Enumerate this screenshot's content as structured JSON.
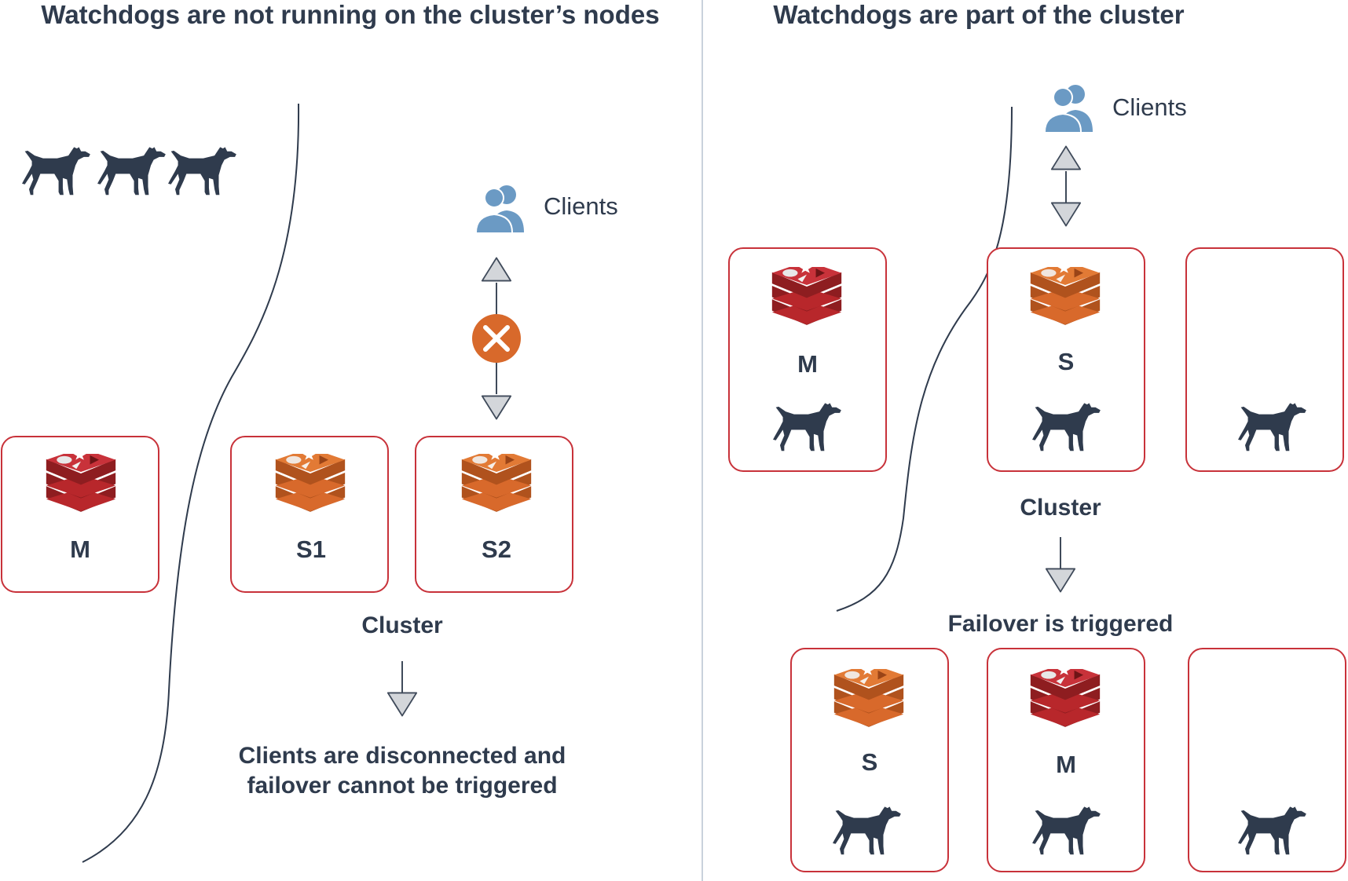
{
  "left_panel": {
    "title": "Watchdogs are not running on the cluster’s nodes",
    "clients_label": "Clients",
    "nodes": [
      {
        "label": "M",
        "role": "master"
      },
      {
        "label": "S1",
        "role": "slave"
      },
      {
        "label": "S2",
        "role": "slave"
      }
    ],
    "cluster_label": "Cluster",
    "result_line1": "Clients are disconnected and",
    "result_line2": "failover cannot be triggered"
  },
  "right_panel": {
    "title": "Watchdogs are part of the cluster",
    "clients_label": "Clients",
    "before_nodes": [
      {
        "label": "M",
        "role": "master"
      },
      {
        "label": "S",
        "role": "slave"
      },
      {
        "label": "",
        "role": "empty"
      }
    ],
    "cluster_label": "Cluster",
    "failover_label": "Failover is triggered",
    "after_nodes": [
      {
        "label": "S",
        "role": "slave"
      },
      {
        "label": "M",
        "role": "master"
      },
      {
        "label": "",
        "role": "empty"
      }
    ]
  },
  "colors": {
    "text": "#2f3b4d",
    "border": "#c8323a",
    "master": "#b8272b",
    "slave": "#d8692b",
    "clients": "#6b9ac4",
    "dog": "#2f3b4d",
    "arrow_fill": "#d3d6da",
    "arrow_stroke": "#3f4a5a",
    "x_circle": "#d8692b",
    "divider": "#c9d2dc"
  },
  "icons": [
    "dog-icon",
    "redis-stack-icon",
    "clients-icon",
    "x-circle-icon",
    "arrow-down-icon",
    "arrow-up-icon"
  ]
}
